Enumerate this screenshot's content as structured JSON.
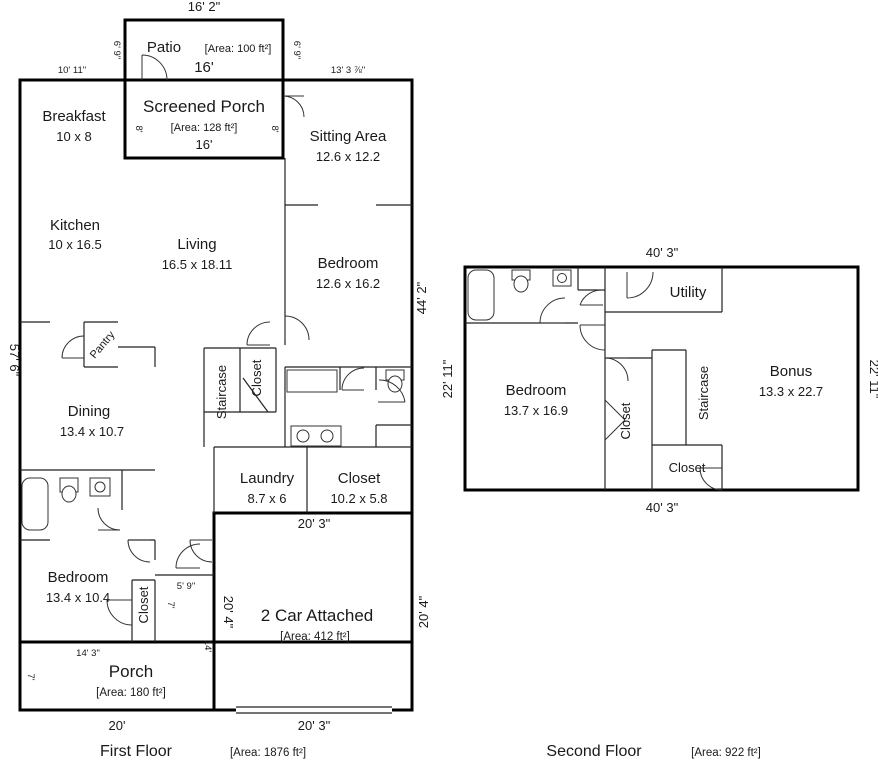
{
  "first_floor": {
    "label": "First Floor",
    "area": "[Area: 1876 ft²]",
    "dimensions": {
      "top_patio": "16' 2\"",
      "top_left": "10' 11\"",
      "top_right": "13' 3 ⅞\"",
      "left_side": "57' 6\"",
      "right_side": "44' 2\"",
      "porch_top": "14' 3\"",
      "porch_bottom": "20'",
      "porch_side": "7'",
      "hall_width": "5' 9\"",
      "hall_depth": "7'",
      "porch_right": "14'",
      "patio_left": "6' 9\"",
      "patio_right": "6' 9\"",
      "screened_left": "8'",
      "screened_right": "8'"
    },
    "rooms": {
      "patio": {
        "name": "Patio",
        "area": "[Area: 100 ft²]",
        "width": "16'"
      },
      "screened_porch": {
        "name": "Screened Porch",
        "area": "[Area: 128 ft²]",
        "width": "16'"
      },
      "breakfast": {
        "name": "Breakfast",
        "size": "10 x 8"
      },
      "sitting_area": {
        "name": "Sitting Area",
        "size": "12.6 x 12.2"
      },
      "kitchen": {
        "name": "Kitchen",
        "size": "10 x 16.5"
      },
      "living": {
        "name": "Living",
        "size": "16.5 x 18.11"
      },
      "bedroom_1": {
        "name": "Bedroom",
        "size": "12.6 x 16.2"
      },
      "pantry": {
        "name": "Pantry"
      },
      "staircase": {
        "name": "Staircase"
      },
      "closet_stair": {
        "name": "Closet"
      },
      "dining": {
        "name": "Dining",
        "size": "13.4 x 10.7"
      },
      "laundry": {
        "name": "Laundry",
        "size": "8.7 x 6"
      },
      "closet_main": {
        "name": "Closet",
        "size": "10.2 x 5.8"
      },
      "bedroom_2": {
        "name": "Bedroom",
        "size": "13.4 x 10.4"
      },
      "closet_bed2": {
        "name": "Closet"
      },
      "porch": {
        "name": "Porch",
        "area": "[Area: 180 ft²]"
      },
      "garage": {
        "name": "2 Car Attached",
        "area": "[Area: 412 ft²]",
        "top": "20' 3\"",
        "bottom": "20' 3\"",
        "left": "20' 4\"",
        "right": "20' 4\""
      }
    }
  },
  "second_floor": {
    "label": "Second Floor",
    "area": "[Area: 922 ft²]",
    "dimensions": {
      "top": "40' 3\"",
      "bottom": "40' 3\"",
      "left": "22' 11\"",
      "right": "22' 11\""
    },
    "rooms": {
      "utility": {
        "name": "Utility"
      },
      "bonus": {
        "name": "Bonus",
        "size": "13.3 x 22.7"
      },
      "bedroom": {
        "name": "Bedroom",
        "size": "13.7 x 16.9"
      },
      "closet_a": {
        "name": "Closet"
      },
      "staircase": {
        "name": "Staircase"
      },
      "closet_b": {
        "name": "Closet"
      }
    }
  }
}
